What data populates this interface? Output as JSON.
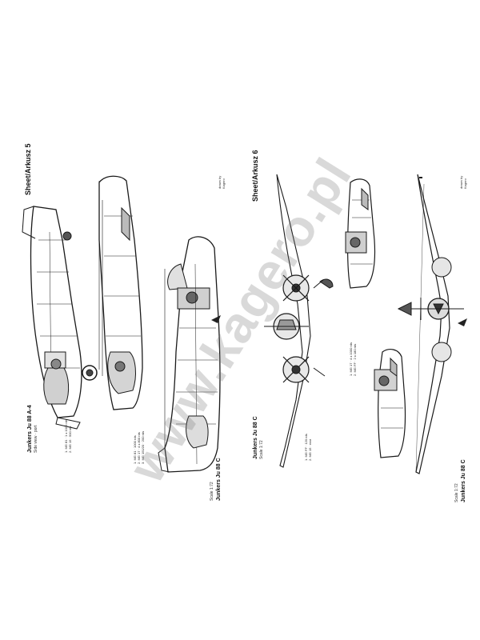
{
  "sheet_left": {
    "title": "Sheet/Arkusz 5"
  },
  "sheet_right": {
    "title": "Sheet/Arkusz 6"
  },
  "captions": {
    "a": {
      "main": "Junkers Ju 88 A-4",
      "sub": "Side view · port"
    },
    "b": {
      "main": "Junkers Ju 88 C",
      "sub": "Scale 1:72"
    },
    "c": {
      "main": "Junkers Ju 88 C",
      "sub": "Scale 1:72"
    },
    "d": {
      "main": "Junkers Ju 88 C",
      "sub": "Scale 1:72"
    }
  },
  "notes": {
    "a": [
      "1. MG 81 · 1 x 1000 rds",
      "2. MG 15 · 500 rds"
    ],
    "b": [
      "1. MG 81 · 1000 rds",
      "2. MG 17 · 4 x 800 rds",
      "3. MG 151/20 · 200 rds"
    ],
    "c": [
      "1. MG FF · 120 rds",
      "2. MG 15 · rear"
    ],
    "d": [
      "1. MG 17 · 4 x 1000 rds",
      "2. MG FF · 2 x 180 rds"
    ]
  },
  "credits": {
    "left": [
      "drawn by",
      "Kagero"
    ],
    "right": [
      "drawn by",
      "Kagero"
    ]
  },
  "watermark": "www.kagero.pl",
  "colors": {
    "line": "#1a1a1a",
    "watermark": "#8a8a8a"
  }
}
